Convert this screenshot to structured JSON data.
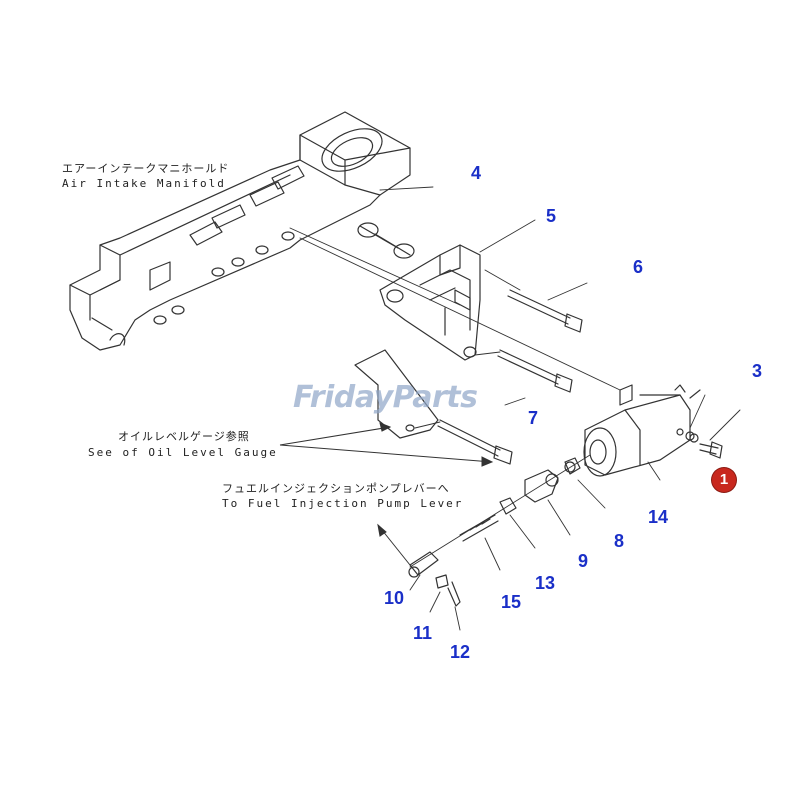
{
  "labels": {
    "manifold_jp": "エアーインテークマニホールド",
    "manifold_en": "Air Intake Manifold",
    "gauge_jp": "オイルレベルゲージ参照",
    "gauge_en": "See of Oil Level Gauge",
    "pump_jp": "フュエルインジェクションポンプレバーへ",
    "pump_en": "To Fuel Injection Pump Lever"
  },
  "watermark": "FridayParts",
  "callouts": {
    "c1": "1",
    "c3": "3",
    "c4": "4",
    "c5": "5",
    "c6": "6",
    "c7": "7",
    "c8": "8",
    "c9": "9",
    "c10": "10",
    "c11": "11",
    "c12": "12",
    "c13": "13",
    "c14": "14",
    "c15": "15"
  },
  "colors": {
    "callout": "#1a2fc8",
    "badge": "#c8281e",
    "watermark": "#8fa6c8",
    "linework": "#333333"
  },
  "icons": {
    "badge": "part-1-red-badge",
    "watermark_swoosh": "wrench-swoosh-icon"
  }
}
